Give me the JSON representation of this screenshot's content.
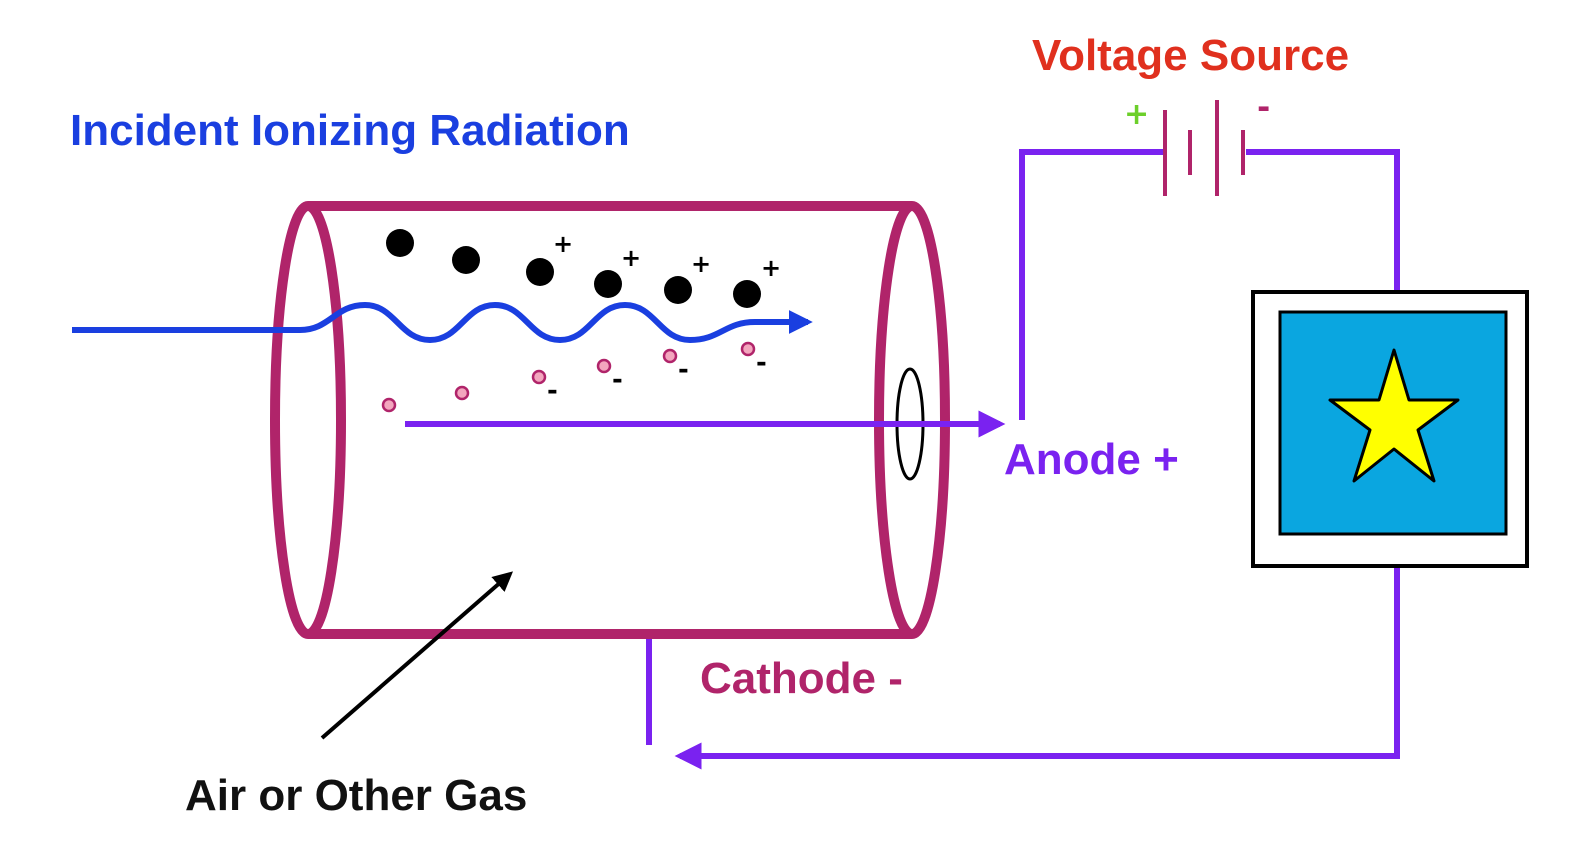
{
  "labels": {
    "radiation": "Incident Ionizing Radiation",
    "voltage_source": "Voltage Source",
    "anode": "Anode +",
    "cathode": "Cathode -",
    "gas": "Air or Other Gas"
  },
  "battery": {
    "positive": "+",
    "negative": "-"
  },
  "ions": {
    "positive_sign": "+",
    "negative_sign": "-"
  },
  "colors": {
    "radiation": "#1a3fe0",
    "voltage_source": "#e0301e",
    "circuit_wire": "#7a22f0",
    "cathode": "#b0246a",
    "battery_plus": "#6ccf2a",
    "meter_screen": "#0aa6e0",
    "star": "#ffff00"
  }
}
